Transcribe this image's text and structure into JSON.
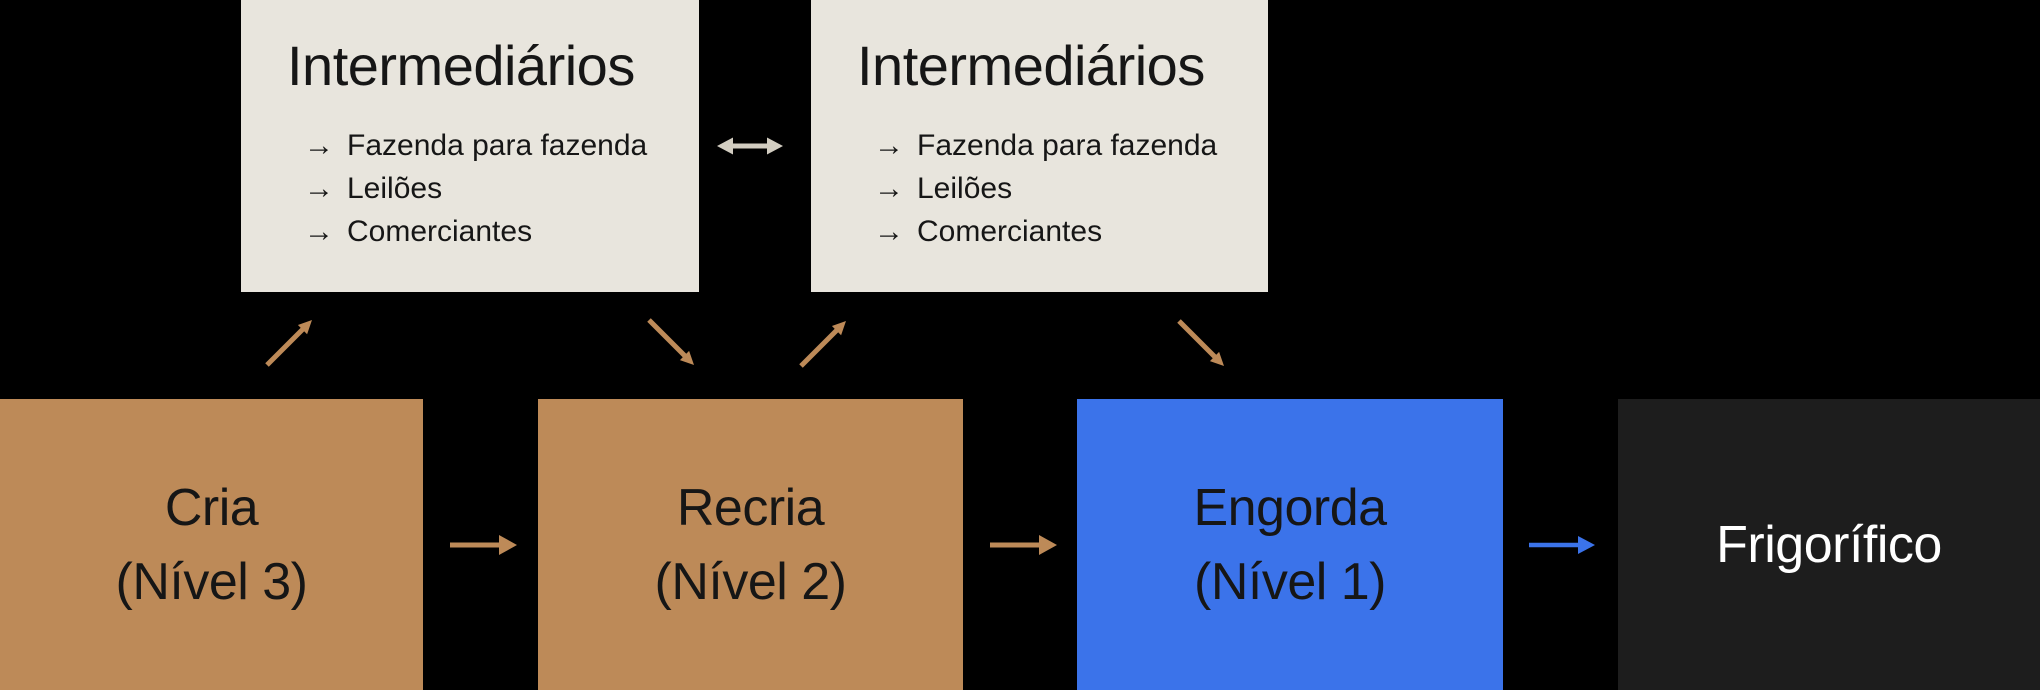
{
  "diagram": {
    "bullet_arrow": "→",
    "intermediaries_left": {
      "title": "Intermediários",
      "items": [
        "Fazenda para fazenda",
        "Leilões",
        "Comerciantes"
      ]
    },
    "intermediaries_right": {
      "title": "Intermediários",
      "items": [
        "Fazenda para fazenda",
        "Leilões",
        "Comerciantes"
      ]
    },
    "stages": [
      {
        "name": "Cria",
        "level": "(Nível 3)"
      },
      {
        "name": "Recria",
        "level": "(Nível 2)"
      },
      {
        "name": "Engorda",
        "level": "(Nível 1)"
      },
      {
        "name": "Frigorífico",
        "level": ""
      }
    ]
  },
  "colors": {
    "background": "#000000",
    "intermediary_box": "#e8e5dd",
    "cria_recria_box": "#bd8a58",
    "engorda_box": "#3b73ea",
    "frigorifico_box": "#1d1d1d",
    "brown_arrow": "#bd8a58",
    "blue_arrow": "#3b73ea",
    "cream_double_arrow": "#d2cdc1",
    "dark_text": "#161616",
    "light_text": "#ffffff"
  }
}
